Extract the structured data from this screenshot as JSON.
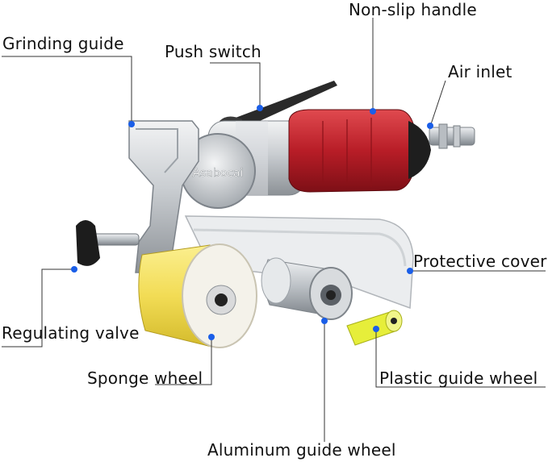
{
  "brand_text": "Asabocai",
  "labels": {
    "non_slip_handle": "Non-slip handle",
    "grinding_guide": "Grinding guide",
    "push_switch": "Push switch",
    "air_inlet": "Air inlet",
    "protective_cover": "Protective cover",
    "regulating_valve": "Regulating valve",
    "sponge_wheel": "Sponge wheel",
    "plastic_guide_wheel": "Plastic guide wheel",
    "aluminum_guide_wheel": "Aluminum guide wheel"
  },
  "colors": {
    "handle_red": "#c0202a",
    "sponge_yellow": "#f2dc55",
    "guide_yellow": "#e6ee3a",
    "dot_blue": "#1a5ee8",
    "metal": "#c8ccd0"
  }
}
